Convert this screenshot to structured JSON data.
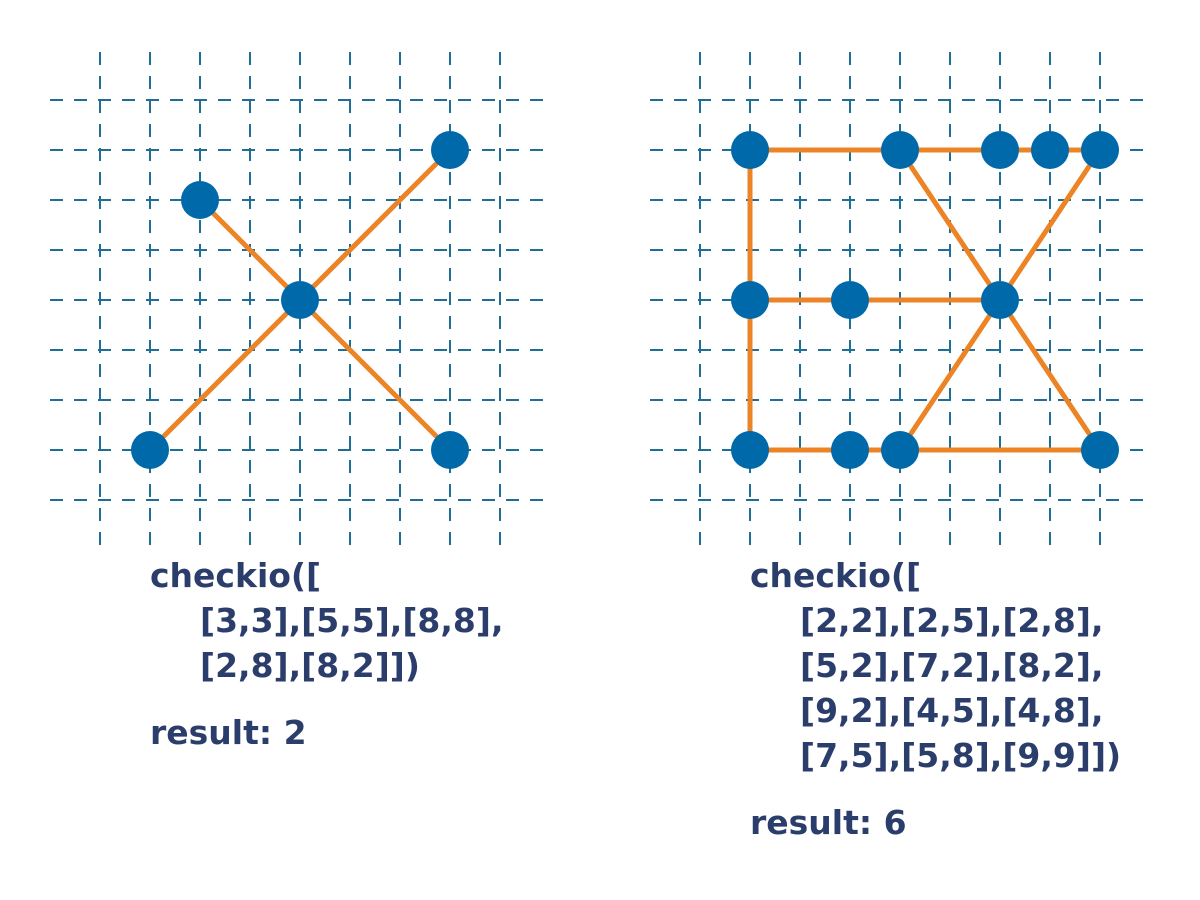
{
  "panels": [
    {
      "code_lines": [
        "checkio([",
        "[3,3],[5,5],[8,8],",
        "[2,8],[8,2]])"
      ],
      "result": "result: 2",
      "points": [
        [
          3,
          3
        ],
        [
          5,
          5
        ],
        [
          8,
          8
        ],
        [
          2,
          8
        ],
        [
          8,
          2
        ]
      ],
      "nodes": [
        [
          8,
          2
        ],
        [
          3,
          3
        ],
        [
          5,
          5
        ],
        [
          2,
          8
        ],
        [
          8,
          8
        ]
      ],
      "edges": [
        [
          [
            3,
            3
          ],
          [
            8,
            8
          ]
        ],
        [
          [
            2,
            8
          ],
          [
            8,
            2
          ]
        ]
      ]
    },
    {
      "code_lines": [
        "checkio([",
        "[2,2],[2,5],[2,8],",
        "[5,2],[7,2],[8,2],",
        "[9,2],[4,5],[4,8],",
        "[7,5],[5,8],[9,9]])"
      ],
      "result": "result: 6",
      "points": [
        [
          2,
          2
        ],
        [
          2,
          5
        ],
        [
          2,
          8
        ],
        [
          5,
          2
        ],
        [
          7,
          2
        ],
        [
          8,
          2
        ],
        [
          9,
          2
        ],
        [
          4,
          5
        ],
        [
          4,
          8
        ],
        [
          7,
          5
        ],
        [
          5,
          8
        ],
        [
          9,
          9
        ]
      ],
      "nodes": [
        [
          2,
          2
        ],
        [
          5,
          2
        ],
        [
          7,
          2
        ],
        [
          8,
          2
        ],
        [
          9,
          2
        ],
        [
          2,
          5
        ],
        [
          4,
          5
        ],
        [
          7,
          5
        ],
        [
          2,
          8
        ],
        [
          4,
          8
        ],
        [
          5,
          8
        ],
        [
          9,
          8
        ]
      ],
      "edges": [
        [
          [
            2,
            2
          ],
          [
            9,
            2
          ]
        ],
        [
          [
            2,
            2
          ],
          [
            2,
            8
          ]
        ],
        [
          [
            2,
            5
          ],
          [
            7,
            5
          ]
        ],
        [
          [
            2,
            8
          ],
          [
            9,
            8
          ]
        ],
        [
          [
            5,
            2
          ],
          [
            9,
            8
          ]
        ],
        [
          [
            9,
            2
          ],
          [
            5,
            8
          ]
        ]
      ]
    }
  ],
  "colors": {
    "grid": "#1f6e96",
    "edge": "#ec8425",
    "node": "#0069aa",
    "text": "#2b3e6b"
  }
}
